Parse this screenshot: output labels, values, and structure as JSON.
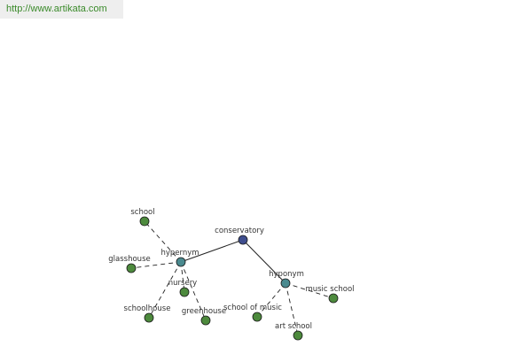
{
  "header": {
    "url": "http://www.artikata.com"
  },
  "colors": {
    "root_node": "#3f4e8e",
    "relation_node": "#4a8a8f",
    "leaf_node": "#4d8a3d",
    "edge": "#222222",
    "url_text": "#3a8a2a",
    "url_background": "#eeeeee"
  },
  "graph": {
    "nodes": [
      {
        "id": "conservatory",
        "label": "conservatory",
        "kind": "root"
      },
      {
        "id": "hypernym",
        "label": "hypernym",
        "kind": "relation"
      },
      {
        "id": "hyponym",
        "label": "hyponym",
        "kind": "relation"
      },
      {
        "id": "school",
        "label": "school",
        "kind": "leaf"
      },
      {
        "id": "glasshouse",
        "label": "glasshouse",
        "kind": "leaf"
      },
      {
        "id": "nursery",
        "label": "nursery",
        "kind": "leaf"
      },
      {
        "id": "schoolhouse",
        "label": "schoolhouse",
        "kind": "leaf"
      },
      {
        "id": "greenhouse",
        "label": "greenhouse",
        "kind": "leaf"
      },
      {
        "id": "school-of-music",
        "label": "school of music",
        "kind": "leaf"
      },
      {
        "id": "music-school",
        "label": "music school",
        "kind": "leaf"
      },
      {
        "id": "art-school",
        "label": "art school",
        "kind": "leaf"
      }
    ],
    "edges": [
      {
        "from": "conservatory",
        "to": "hypernym",
        "style": "solid"
      },
      {
        "from": "conservatory",
        "to": "hyponym",
        "style": "solid"
      },
      {
        "from": "hypernym",
        "to": "school",
        "style": "dashed"
      },
      {
        "from": "hypernym",
        "to": "glasshouse",
        "style": "dashed"
      },
      {
        "from": "hypernym",
        "to": "nursery",
        "style": "dashed"
      },
      {
        "from": "hypernym",
        "to": "schoolhouse",
        "style": "dashed"
      },
      {
        "from": "hypernym",
        "to": "greenhouse",
        "style": "dashed"
      },
      {
        "from": "hyponym",
        "to": "school-of-music",
        "style": "dashed"
      },
      {
        "from": "hyponym",
        "to": "music-school",
        "style": "dashed"
      },
      {
        "from": "hyponym",
        "to": "art-school",
        "style": "dashed"
      }
    ]
  }
}
